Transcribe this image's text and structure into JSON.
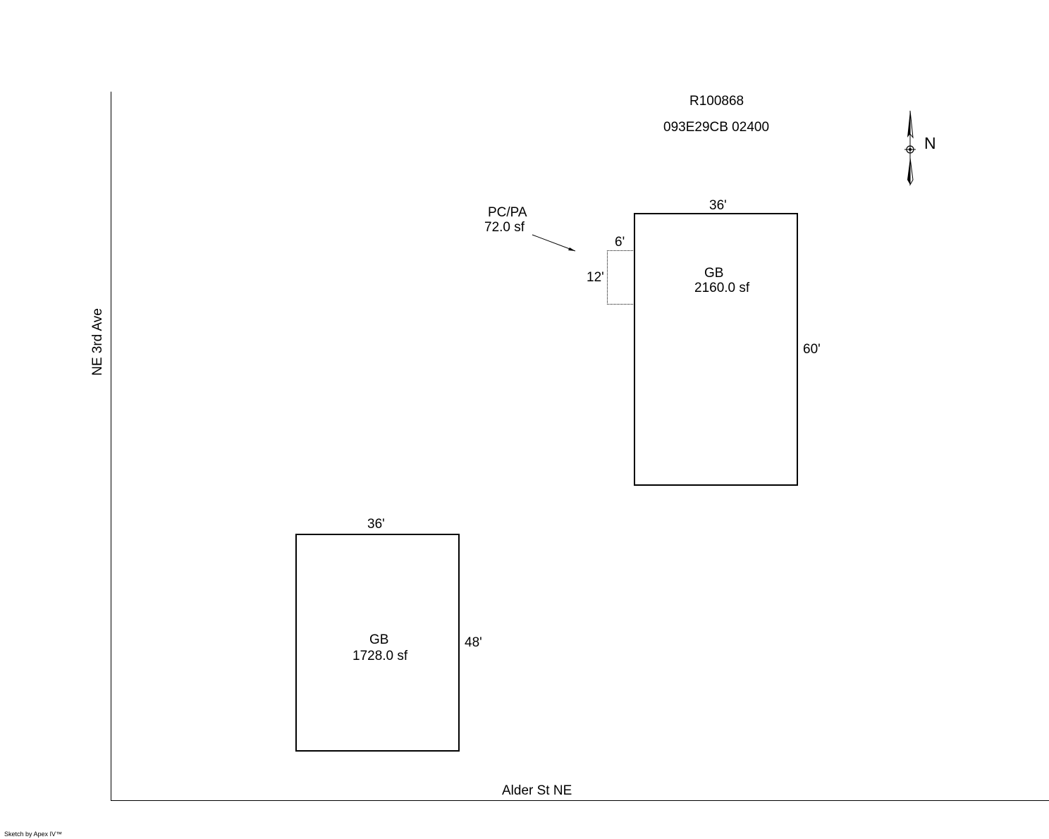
{
  "header": {
    "parcel_id": "R100868",
    "map_tax_lot": "093E29CB 02400"
  },
  "compass": {
    "label": "N",
    "icon": "north-arrow-icon"
  },
  "streets": {
    "west": "NE 3rd Ave",
    "south": "Alder St NE"
  },
  "structures": [
    {
      "code": "GB",
      "area": "2160.0 sf",
      "width": "36'",
      "depth": "60'"
    },
    {
      "code": "GB",
      "area": "1728.0 sf",
      "width": "36'",
      "depth": "48'"
    }
  ],
  "porch": {
    "code": "PC/PA",
    "area": "72.0 sf",
    "width": "6'",
    "depth": "12'"
  },
  "credit": "Sketch by Apex IV™"
}
